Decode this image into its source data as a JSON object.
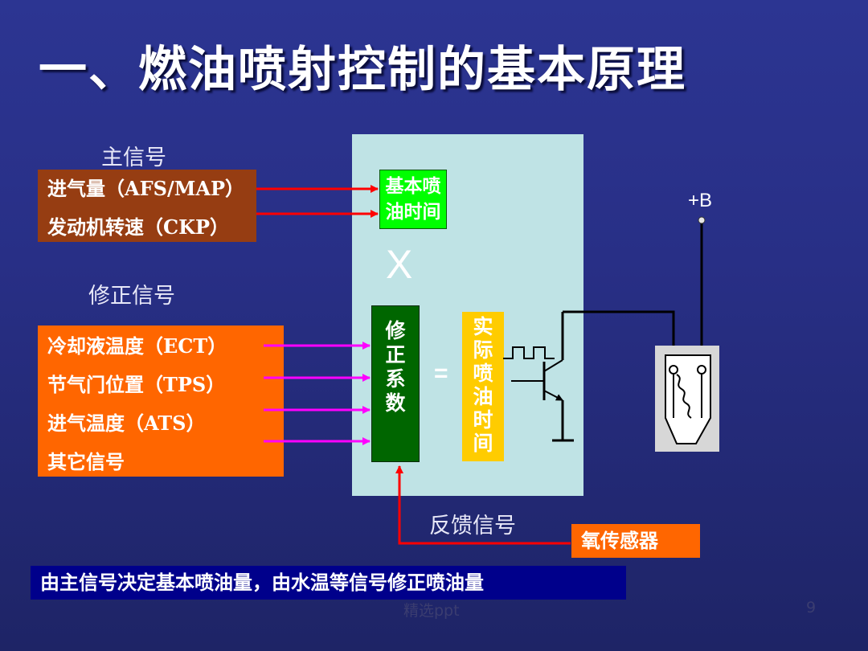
{
  "slide": {
    "title": "一、燃油喷射控制的基本原理",
    "labels": {
      "main_signal": "主信号",
      "correction_signal": "修正信号",
      "feedback_signal": "反馈信号"
    },
    "main_inputs": [
      "进气量（AFS/MAP）",
      "发动机转速（CKP）"
    ],
    "correction_inputs": [
      "冷却液温度（ECT）",
      "节气门位置（TPS）",
      "进气温度（ATS）",
      "其它信号"
    ],
    "ecu": {
      "basic_time": "基本喷油时间",
      "multiply": "X",
      "correction_factor": "修正系数",
      "equals": "=",
      "actual_time": "实际喷油时间"
    },
    "power": "+B",
    "o2_sensor": "氧传感器",
    "summary": "由主信号决定基本喷油量，由水温等信号修正喷油量",
    "footer": "精选ppt",
    "page_number": "9"
  },
  "colors": {
    "background": "#2a3290",
    "main_box": "#963d12",
    "correction_box": "#ff6600",
    "ecu_panel": "#bfe3e5",
    "basic_box": "#00ff00",
    "correction_factor_box": "#006600",
    "actual_box": "#ffcc00",
    "red_arrow": "#ff0000",
    "magenta_arrow": "#ff00ff",
    "summary_box": "#00008b"
  },
  "icons": [
    "arrow-right-icon",
    "arrow-up-icon",
    "transistor-icon",
    "pulse-wave-icon",
    "injector-icon",
    "terminal-dot-icon"
  ]
}
